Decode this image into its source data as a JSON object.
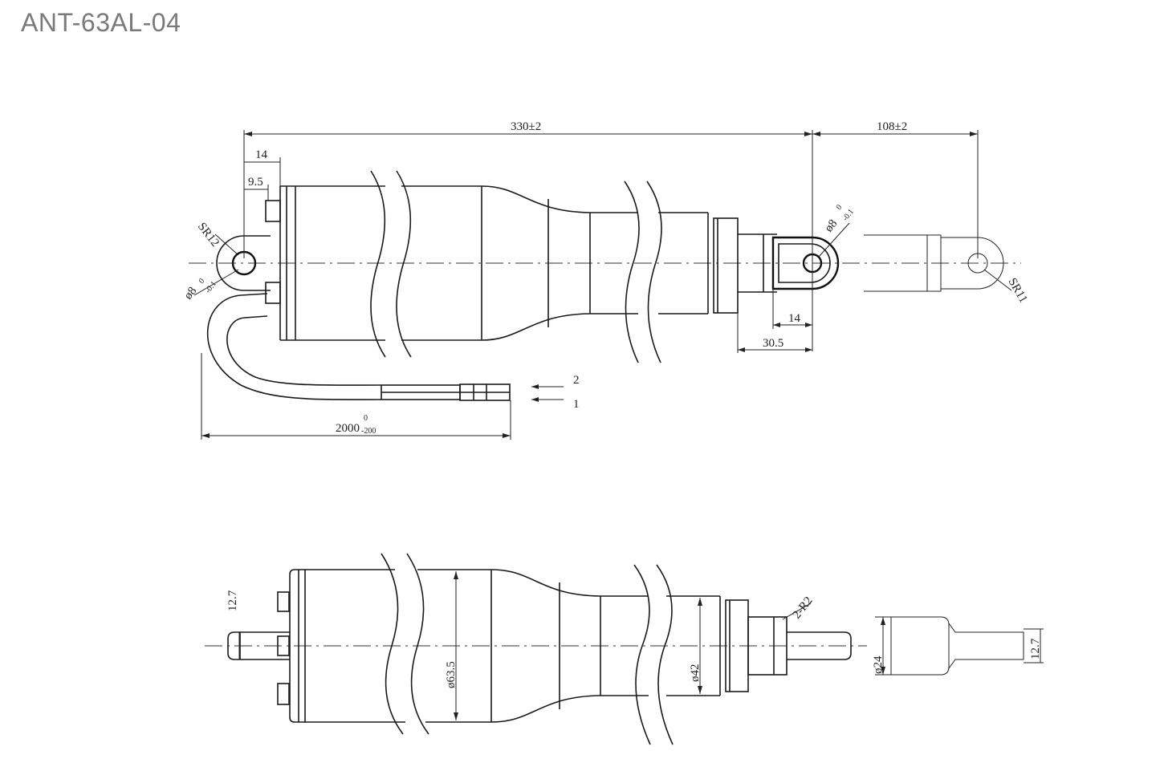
{
  "title": "ANT-63AL-04",
  "dimensions": {
    "overall_length": "330±2",
    "stroke": "108±2",
    "rear_offset_14": "14",
    "rear_offset_95": "9.5",
    "rear_radius": "SR12",
    "rear_hole": "ø8",
    "rear_hole_tol_upper": "0",
    "rear_hole_tol_lower": "-0.1",
    "front_hole": "ø8",
    "front_hole_tol_upper": "0",
    "front_hole_tol_lower": "-0.1",
    "front_radius": "SR11",
    "front_offset_14": "14",
    "front_offset_305": "30.5",
    "cable_length": "2000",
    "cable_tol_upper": "0",
    "cable_tol_lower": "-200",
    "wire_2": "2",
    "wire_1": "1",
    "width_rear_tab": "12.7",
    "diameter_body": "ø63.5",
    "diameter_neck": "ø42",
    "chamfer": "2-R2",
    "diameter_rod": "ø24",
    "width_front_tab": "12.7"
  }
}
